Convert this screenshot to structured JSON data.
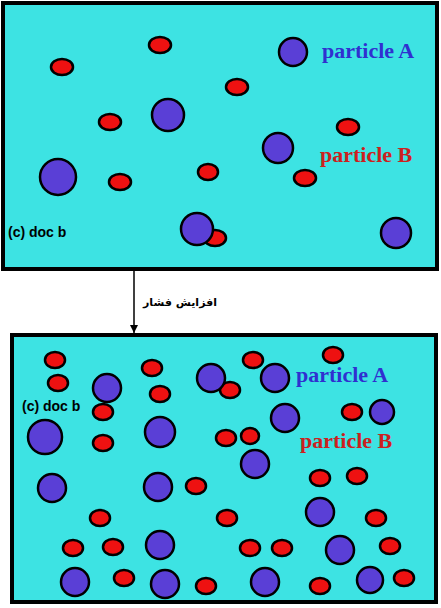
{
  "diagram": {
    "nodes": [
      {
        "text": [
          "particle A",
          "particle B",
          "(c) doc b"
        ]
      },
      {
        "text": [
          "particle A",
          "(c) doc b",
          "particle B"
        ]
      }
    ],
    "edges": [
      {
        "from": 0,
        "to": 1,
        "arrow": "to",
        "label": "افزایش فشار"
      }
    ]
  }
}
